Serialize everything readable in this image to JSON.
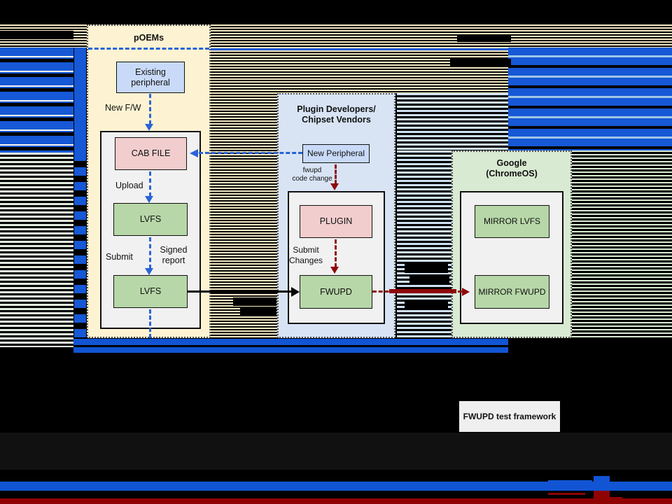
{
  "panels": {
    "poems": {
      "title": "pOEMs"
    },
    "plugin": {
      "title_line1": "Plugin Developers/",
      "title_line2": "Chipset Vendors"
    },
    "google": {
      "title_line1": "Google",
      "title_line2": "(ChromeOS)"
    }
  },
  "nodes": {
    "existing_peripheral": {
      "label_line1": "Existing",
      "label_line2": "peripheral"
    },
    "cab_file": {
      "label": "CAB FILE"
    },
    "lvfs_upper": {
      "label": "LVFS"
    },
    "lvfs_lower": {
      "label": "LVFS"
    },
    "new_peripheral": {
      "label": "New Peripheral"
    },
    "plugin": {
      "label": "PLUGIN"
    },
    "fwupd": {
      "label": "FWUPD"
    },
    "mirror_lvfs": {
      "label": "MIRROR LVFS"
    },
    "mirror_fwupd": {
      "label": "MIRROR FWUPD"
    },
    "fwupd_test_framework": {
      "label": "FWUPD test framework"
    }
  },
  "edge_labels": {
    "new_fw": "New F/W",
    "upload": "Upload",
    "submit": "Submit",
    "signed_report_line1": "Signed",
    "signed_report_line2": "report",
    "fwupd_code_change_line1": "fwupd",
    "fwupd_code_change_line2": "code change",
    "submit_changes_line1": "Submit",
    "submit_changes_line2": "Changes"
  },
  "colors": {
    "background": "#000000",
    "glitch_blue": "#1155d4",
    "glitch_tan": "#f1e6c2",
    "glitch_light_green": "#d9ead3",
    "glitch_light_blue": "#cfe2f3",
    "glitch_dark_red": "#8f0303",
    "panel_poems_fill": "#fdf3d2",
    "panel_plugin_fill": "#d8e4f4",
    "panel_google_fill": "#d9ead3",
    "node_blue_fill": "#c9daf8",
    "node_pink_fill": "#f2cdcd",
    "node_green_fill": "#b7d7a8",
    "container_fill": "#f1f1f1",
    "arrow_blue": "#2a63d8",
    "arrow_dark_red": "#8f0808",
    "arrow_black": "#050505"
  }
}
